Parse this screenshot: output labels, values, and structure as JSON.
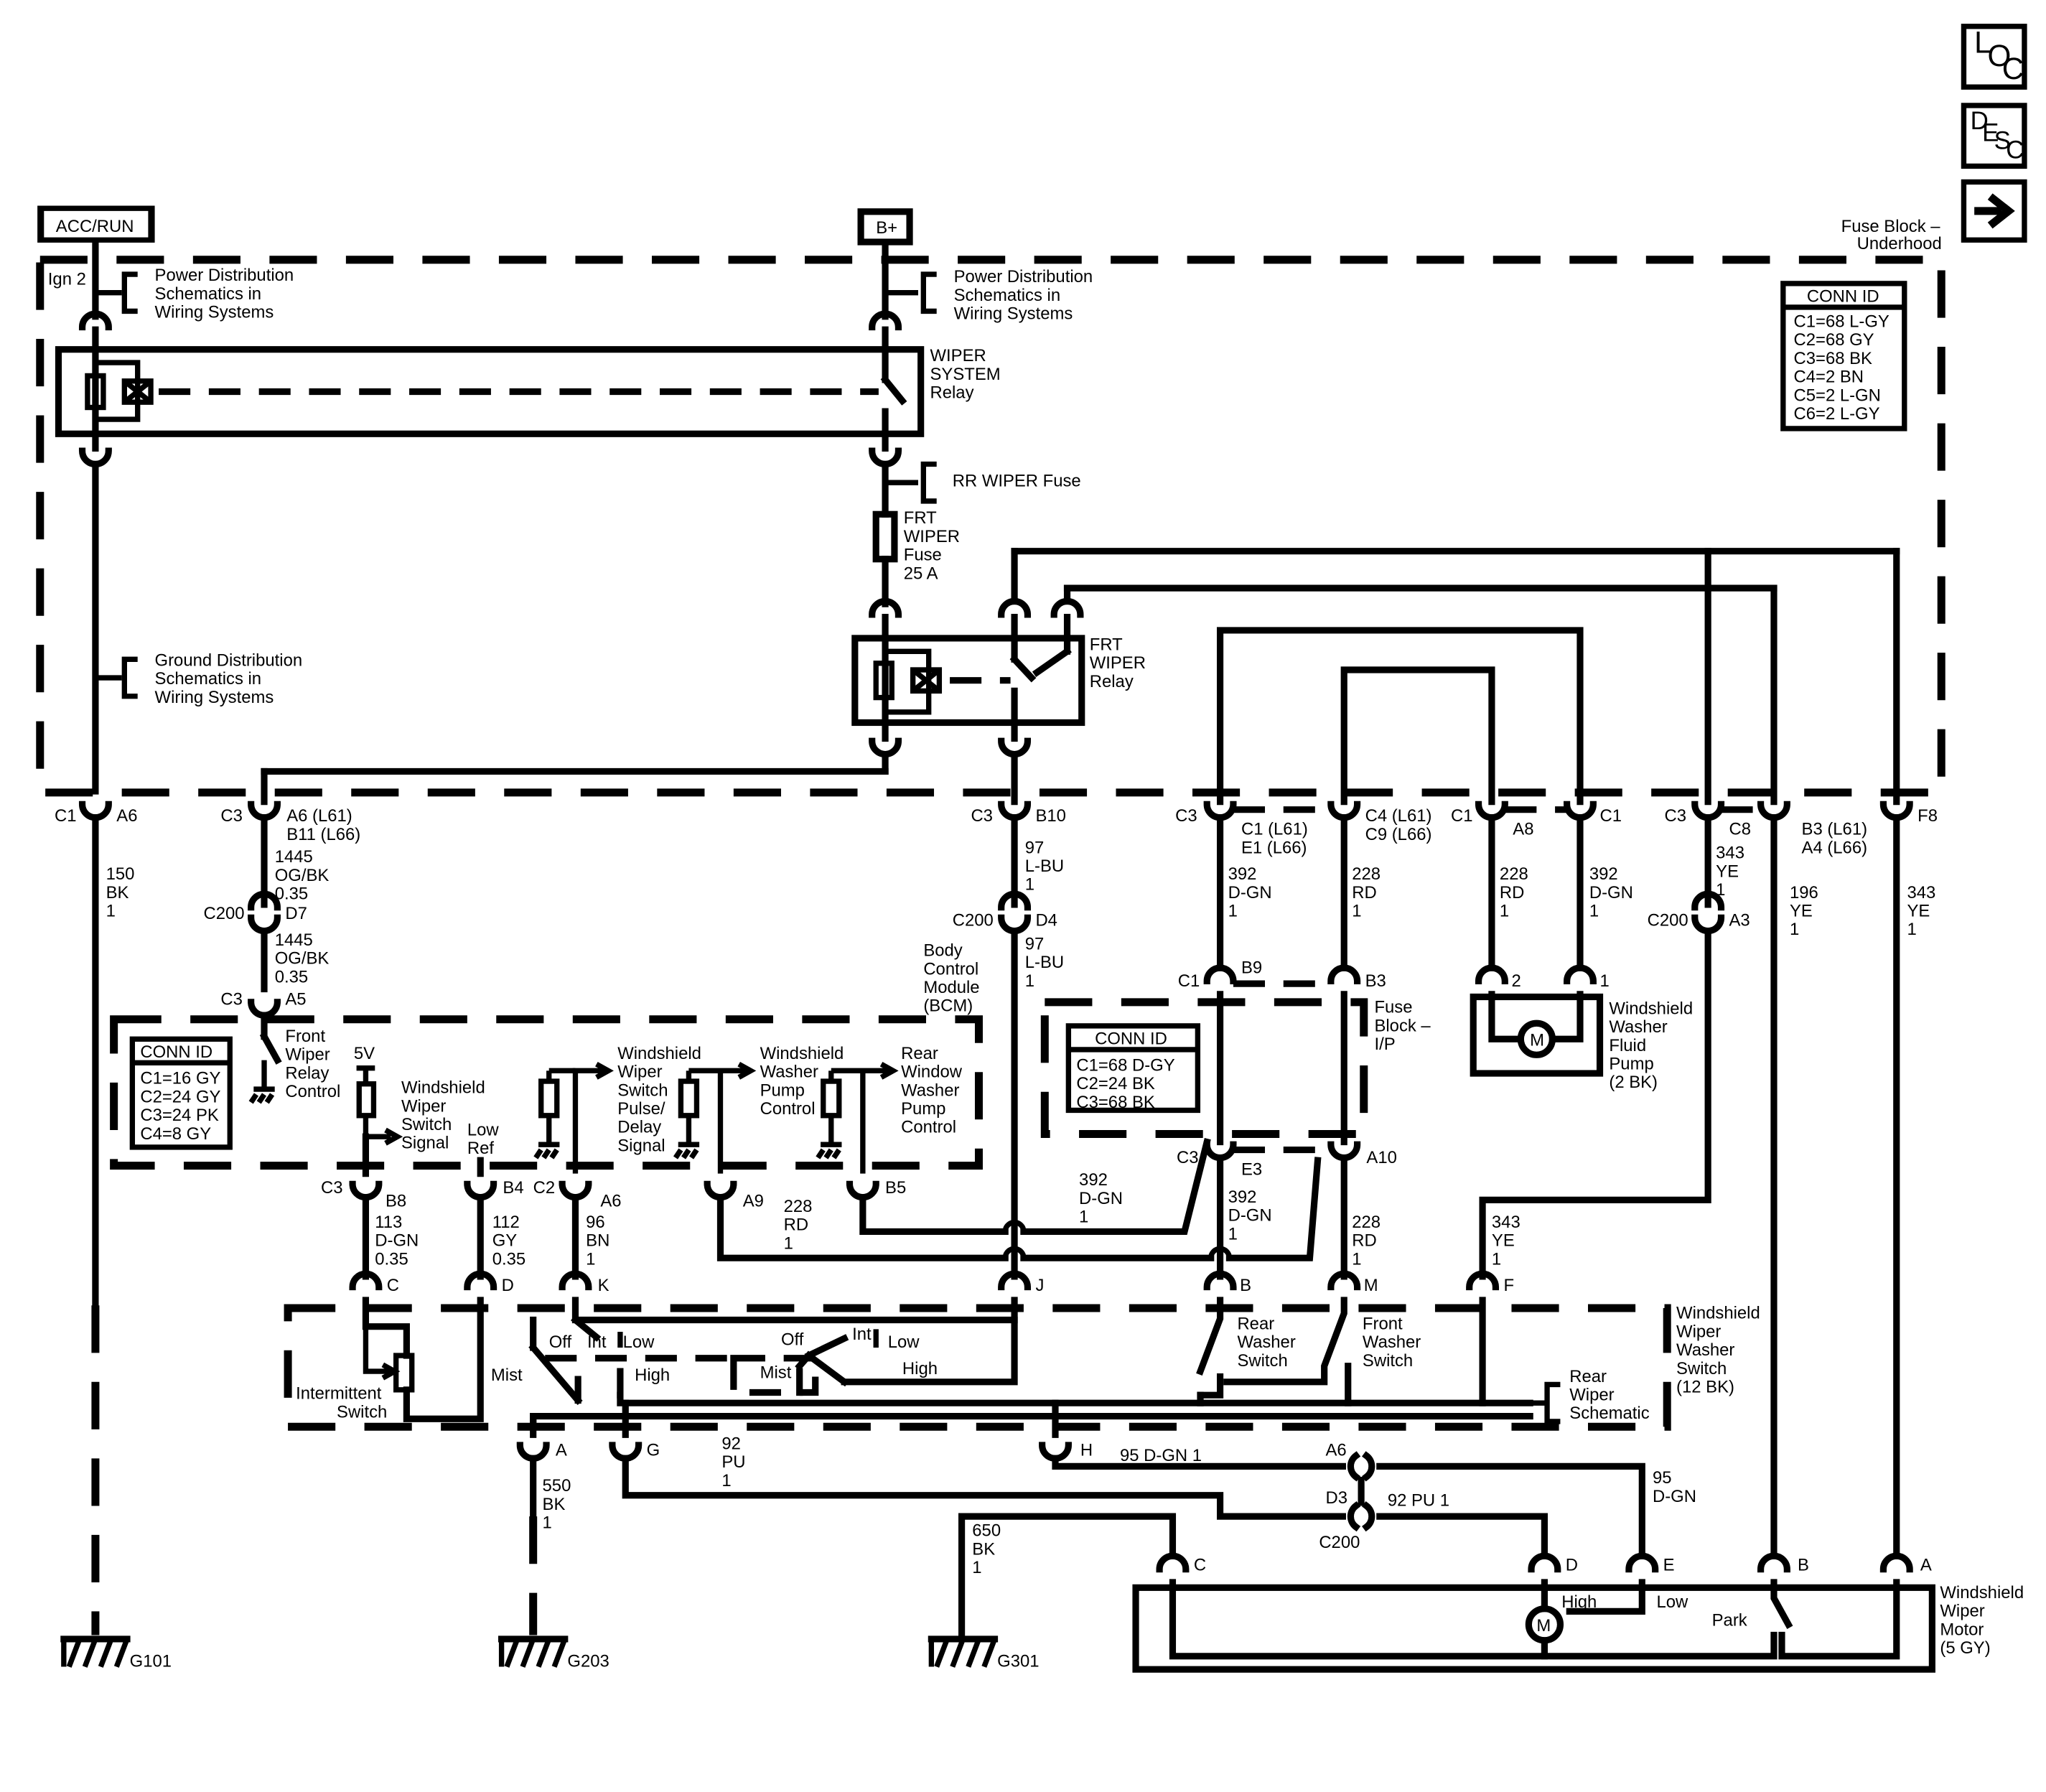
{
  "nav": {
    "loc": [
      "L",
      "O",
      "C"
    ],
    "desc": [
      "D",
      "E",
      "S",
      "C"
    ]
  },
  "sources": {
    "accrun": "ACC/RUN",
    "bplus": "B+"
  },
  "fuse_block_underhood": {
    "title": [
      "Fuse Block –",
      "Underhood"
    ],
    "conn_title": "CONN ID",
    "conn": [
      "C1=68 L-GY",
      "C2=68 GY",
      "C3=68 BK",
      "C4=2 BN",
      "C5=2 L-GN",
      "C6=2 L-GY"
    ]
  },
  "labels": {
    "ign2": "Ign 2",
    "pds1": [
      "Power Distribution",
      "Schematics in",
      "Wiring Systems"
    ],
    "pds2": [
      "Power Distribution",
      "Schematics in",
      "Wiring Systems"
    ],
    "gds": [
      "Ground Distribution",
      "Schematics in",
      "Wiring Systems"
    ],
    "wiper_relay": [
      "WIPER",
      "SYSTEM",
      "Relay"
    ],
    "rr_fuse": "RR WIPER Fuse",
    "frt_fuse": [
      "FRT",
      "WIPER",
      "Fuse",
      "25 A"
    ],
    "frt_relay": [
      "FRT",
      "WIPER",
      "Relay"
    ]
  },
  "connectors": [
    "C1",
    "A6",
    "C3",
    "A6 (L61)",
    "B11 (L66)",
    "C3",
    "B10",
    "C3",
    "C1 (L61)",
    "E1 (L66)",
    "C4 (L61)",
    "C9 (L66)",
    "C1",
    "A8",
    "C1",
    "C3",
    "C8",
    "B3 (L61)",
    "A4 (L66)",
    "F8",
    "C200",
    "D7",
    "C3",
    "A5",
    "C200",
    "D4",
    "C200",
    "A3",
    "C1",
    "B9",
    "B3",
    "2",
    "1",
    "C3",
    "B8",
    "B4",
    "C2",
    "A6",
    "A9",
    "B5",
    "C3",
    "E3",
    "A10",
    "C",
    "D",
    "K",
    "J",
    "B",
    "M",
    "F",
    "A",
    "G",
    "H",
    "A6",
    "D3",
    "C200",
    "C",
    "D",
    "E",
    "B",
    "A"
  ],
  "wires": [
    [
      "150",
      "BK",
      "1"
    ],
    [
      "1445",
      "OG/BK",
      "0.35"
    ],
    [
      "1445",
      "OG/BK",
      "0.35"
    ],
    [
      "97",
      "L-BU",
      "1"
    ],
    [
      "97",
      "L-BU",
      "1"
    ],
    [
      "392",
      "D-GN",
      "1"
    ],
    [
      "228",
      "RD",
      "1"
    ],
    [
      "228",
      "RD",
      "1"
    ],
    [
      "392",
      "D-GN",
      "1"
    ],
    [
      "343",
      "YE",
      "1"
    ],
    [
      "196",
      "YE",
      "1"
    ],
    [
      "343",
      "YE",
      "1"
    ],
    [
      "392",
      "D-GN",
      "1"
    ],
    [
      "392",
      "D-GN",
      "1"
    ],
    [
      "228",
      "RD",
      "1"
    ],
    [
      "228",
      "RD",
      "1"
    ],
    [
      "343",
      "YE",
      "1"
    ],
    [
      "113",
      "D-GN",
      "0.35"
    ],
    [
      "112",
      "GY",
      "0.35"
    ],
    [
      "96",
      "BN",
      "1"
    ],
    [
      "92",
      "PU",
      "1"
    ],
    [
      "550",
      "BK",
      "1"
    ],
    [
      "650",
      "BK",
      "1"
    ],
    [
      "95",
      "D-GN"
    ]
  ],
  "wire_inline": [
    "95 D-GN 1",
    "92 PU 1"
  ],
  "bcm": {
    "title": [
      "Body",
      "Control",
      "Module",
      "(BCM)"
    ],
    "conn_title": "CONN ID",
    "conn": [
      "C1=16 GY",
      "C2=24 GY",
      "C3=24 PK",
      "C4=8 GY"
    ],
    "front_relay": [
      "Front",
      "Wiper",
      "Relay",
      "Control"
    ],
    "v5": "5V",
    "ws_signal": [
      "Windshield",
      "Wiper",
      "Switch",
      "Signal"
    ],
    "low_ref": [
      "Low",
      "Ref"
    ],
    "pulse": [
      "Windshield",
      "Wiper",
      "Switch",
      "Pulse/",
      "Delay",
      "Signal"
    ],
    "washer_pump": [
      "Windshield",
      "Washer",
      "Pump",
      "Control"
    ],
    "rear_pump": [
      "Rear",
      "Window",
      "Washer",
      "Pump",
      "Control"
    ]
  },
  "fuse_block_ip": {
    "title": [
      "Fuse",
      "Block –",
      "I/P"
    ],
    "conn_title": "CONN ID",
    "conn": [
      "C1=68 D-GY",
      "C2=24 BK",
      "C3=68 BK"
    ]
  },
  "pump": {
    "title": [
      "Windshield",
      "Washer",
      "Fluid",
      "Pump",
      "(2 BK)"
    ],
    "motor": "M"
  },
  "switch": {
    "title": [
      "Windshield",
      "Wiper",
      "Washer",
      "Switch",
      "(12 BK)"
    ],
    "intermittent": [
      "Intermittent",
      "Switch"
    ],
    "positions": [
      "Mist",
      "Off",
      "Int",
      "Low",
      "High",
      "Off",
      "Int",
      "Low",
      "Mist",
      "High"
    ],
    "rear_washer": [
      "Rear",
      "Washer",
      "Switch"
    ],
    "front_washer": [
      "Front",
      "Washer",
      "Switch"
    ],
    "rear_wiper": [
      "Rear",
      "Wiper",
      "Schematic"
    ]
  },
  "motor": {
    "title": [
      "Windshield",
      "Wiper",
      "Motor",
      "(5 GY)"
    ],
    "m": "M",
    "high": "High",
    "low": "Low",
    "park": "Park"
  },
  "grounds": [
    "G101",
    "G203",
    "G301"
  ]
}
